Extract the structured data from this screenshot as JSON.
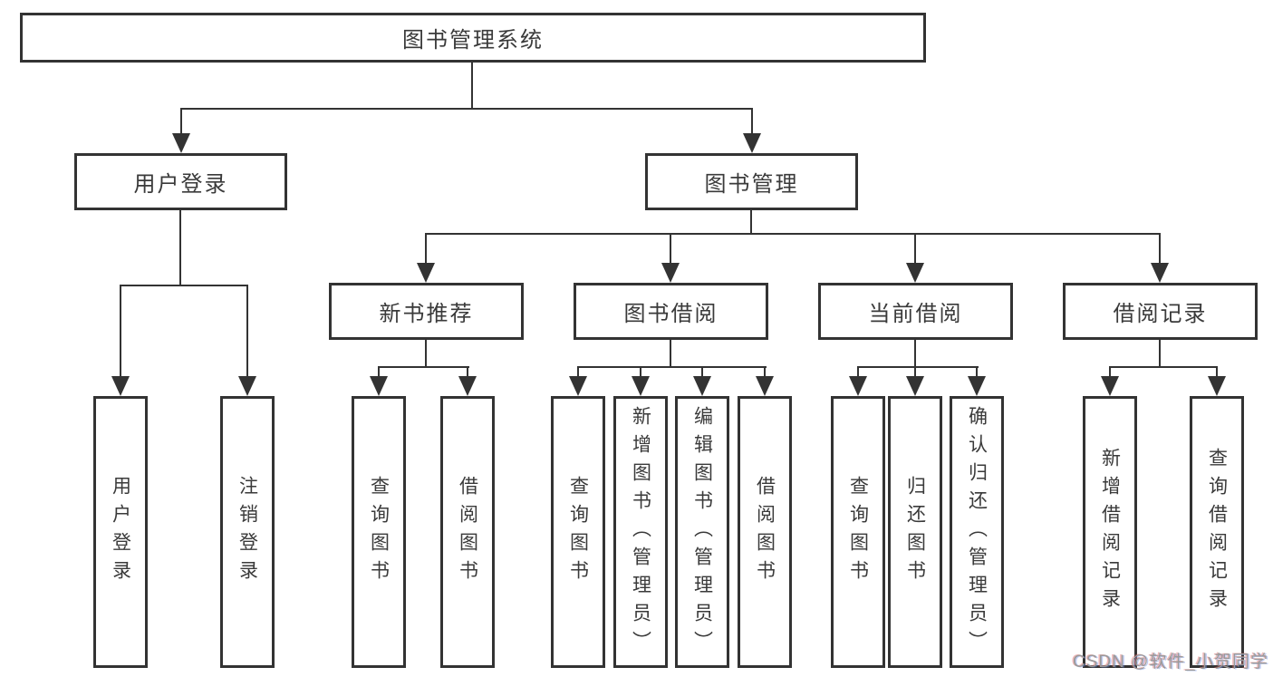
{
  "nodes": {
    "root": "图书管理系统",
    "level2": [
      "用户登录",
      "图书管理"
    ],
    "level3": [
      "新书推荐",
      "图书借阅",
      "当前借阅",
      "借阅记录"
    ],
    "leaves": {
      "user_login": [
        "用户登录",
        "注销登录"
      ],
      "new_book_recommend": [
        "查询图书",
        "借阅图书"
      ],
      "book_borrow": [
        "查询图书",
        "新增图书（管理员）",
        "编辑图书（管理员）",
        "借阅图书"
      ],
      "current_borrow": [
        "查询图书",
        "归还图书",
        "确认归还（管理员）"
      ],
      "borrow_records": [
        "新增借阅记录",
        "查询借阅记录"
      ]
    }
  },
  "watermark": "CSDN @软件_小贺同学",
  "colors": {
    "line": "#333333",
    "text": "#3a3a3a",
    "box_background": "#ffffff",
    "watermark": "#9a9a9a"
  }
}
